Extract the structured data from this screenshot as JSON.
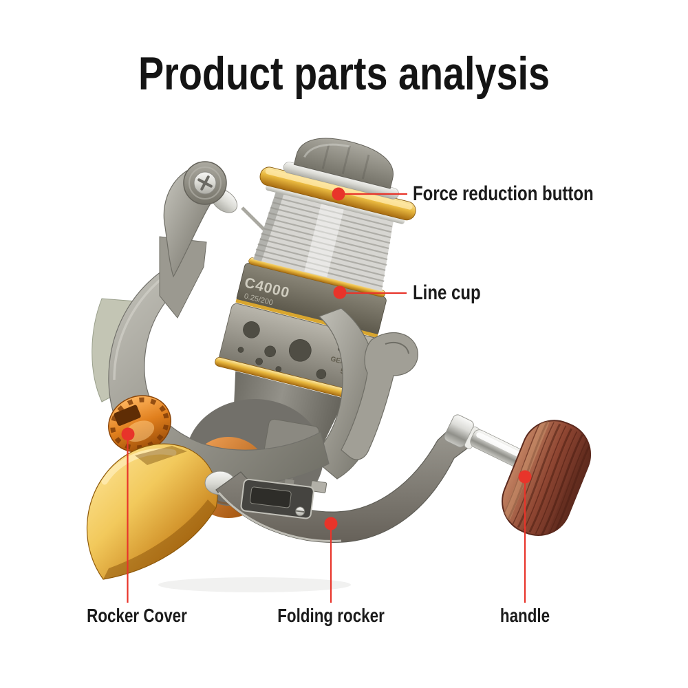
{
  "title": "Product parts analysis",
  "colors": {
    "accent": "#e8342a",
    "label_text": "#1b1b1b",
    "background": "#ffffff",
    "gold": "#e9b93f",
    "copper": "#c9742a",
    "metal_gray": "#8f8d84",
    "chrome": "#e9e9e5",
    "wood_brown": "#8f4632"
  },
  "callouts": {
    "force_reduction": {
      "label": "Force reduction button"
    },
    "line_cup": {
      "label": "Line cup"
    },
    "rocker_cover": {
      "label": "Rocker Cover"
    },
    "folding_rocker": {
      "label": "Folding rocker"
    },
    "handle": {
      "label": "handle"
    }
  },
  "reel": {
    "spool_markings": {
      "model": "C4000",
      "line_capacity": "0.25/200",
      "gear_ratio_label": "GEAR RA",
      "gear_ratio_value": "5.2"
    }
  }
}
